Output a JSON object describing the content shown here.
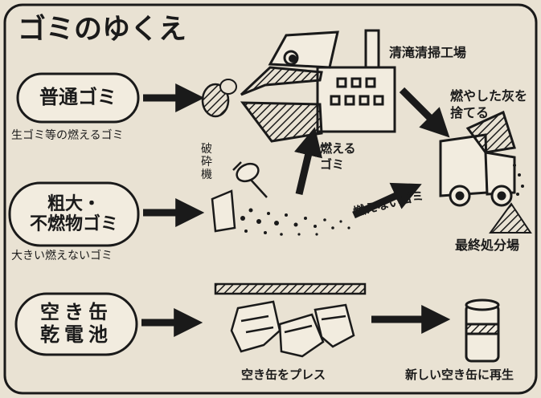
{
  "title": "ゴミのゆくえ",
  "categories": {
    "burnable": {
      "label": "普通ゴミ",
      "caption": "生ゴミ等の燃えるゴミ"
    },
    "bulky": {
      "line1": "粗大・",
      "line2": "不燃物ゴミ",
      "caption": "大きい燃えないゴミ"
    },
    "cans": {
      "line1": "空き缶",
      "line2": "乾電池"
    }
  },
  "facilities": {
    "incinerator": "清滝清掃工場",
    "crusher": "破砕機",
    "landfill": "最終処分場"
  },
  "flows": {
    "burnable_out": "燃える ゴミ",
    "nonburnable_out": "燃えないゴミ",
    "ash": "燃やした灰を 捨てる",
    "press": "空き缶をプレス",
    "recycle": "新しい空き缶に再生"
  },
  "colors": {
    "paper": "#e9e2d3",
    "ink": "#1a1a1a"
  }
}
